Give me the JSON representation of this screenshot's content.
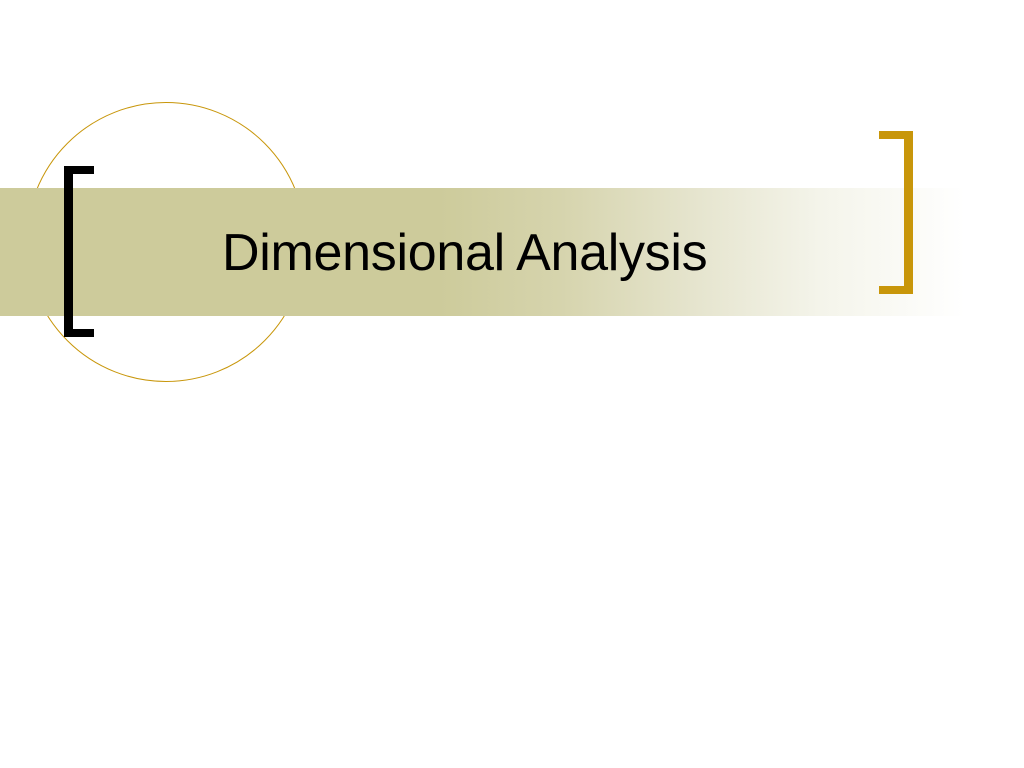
{
  "slide": {
    "title": "Dimensional Analysis"
  },
  "colors": {
    "band": "#cdcb9b",
    "accent_gold": "#c8960a",
    "left_bracket": "#000000",
    "background": "#ffffff",
    "title_text": "#000000"
  },
  "decorations": {
    "circle": "circle-outline",
    "left_bracket": "bracket-left",
    "right_bracket": "bracket-right"
  }
}
